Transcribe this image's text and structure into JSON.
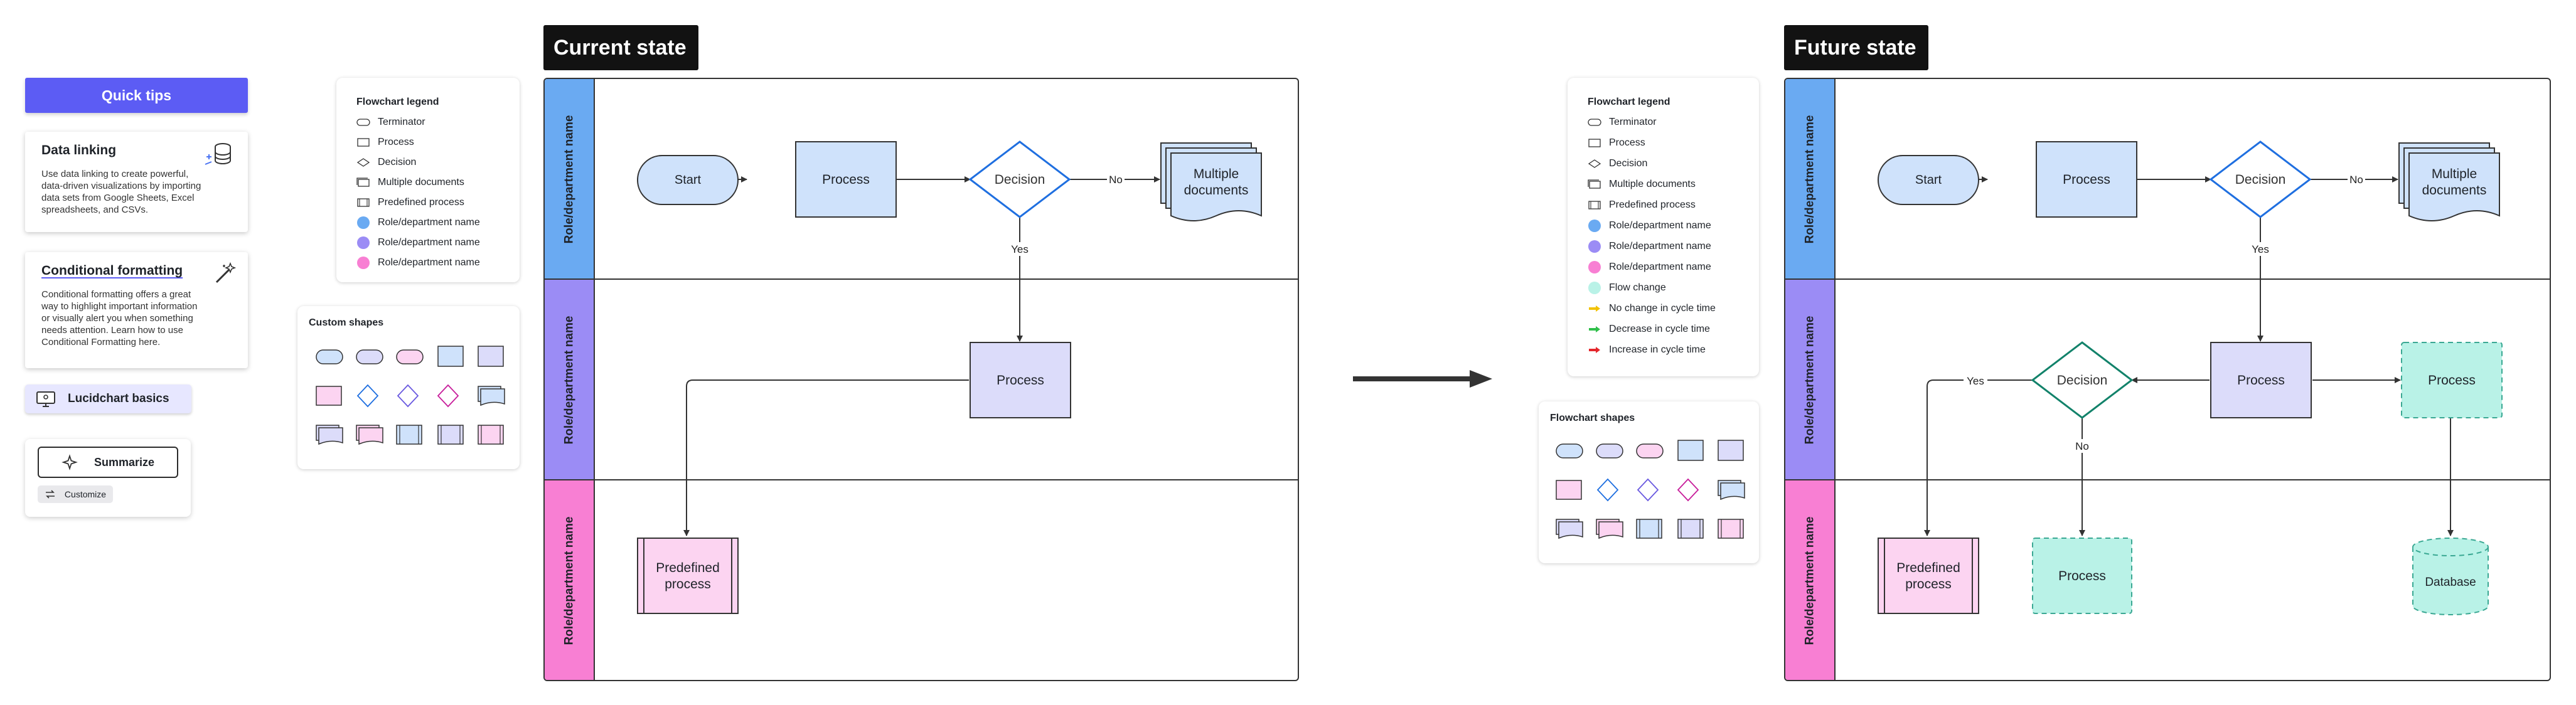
{
  "quick_tips": {
    "header": "Quick tips",
    "data_linking": {
      "title": "Data linking",
      "body": "Use data linking to create powerful, data-driven visualizations by importing data sets from Google Sheets, Excel spreadsheets, and CSVs."
    },
    "conditional_formatting": {
      "title": "Conditional formatting",
      "body": "Conditional formatting offers a great way to highlight important information or visually alert you when something needs attention. Learn how to use Conditional Formatting here."
    },
    "lucidchart_basics": "Lucidchart basics",
    "summarize": "Summarize",
    "customize": "Customize"
  },
  "current_legend": {
    "title": "Flowchart legend",
    "items": [
      "Terminator",
      "Process",
      "Decision",
      "Multiple documents",
      "Predefined process",
      "Role/department name",
      "Role/department name",
      "Role/department name"
    ]
  },
  "custom_shapes_title": "Custom shapes",
  "future_legend": {
    "title": "Flowchart legend",
    "items": [
      "Terminator",
      "Process",
      "Decision",
      "Multiple documents",
      "Predefined process",
      "Role/department name",
      "Role/department name",
      "Role/department name",
      "Flow change",
      "No change in cycle time",
      "Decrease in cycle time",
      "Increase in cycle time"
    ]
  },
  "flowchart_shapes_title": "Flowchart shapes",
  "current": {
    "title": "Current state",
    "lanes": [
      "Role/department name",
      "Role/department name",
      "Role/department name"
    ],
    "nodes": {
      "start": "Start",
      "process1": "Process",
      "decision": "Decision",
      "multi_docs_1": "Multiple",
      "multi_docs_2": "documents",
      "process2": "Process",
      "predef_1": "Predefined",
      "predef_2": "process"
    },
    "edges": {
      "no": "No",
      "yes": "Yes"
    }
  },
  "future": {
    "title": "Future state",
    "lanes": [
      "Role/department name",
      "Role/department name",
      "Role/department name"
    ],
    "nodes": {
      "start": "Start",
      "process1": "Process",
      "decision1": "Decision",
      "multi_docs_1": "Multiple",
      "multi_docs_2": "documents",
      "decision2": "Decision",
      "process2": "Process",
      "process3": "Process",
      "predef_1": "Predefined",
      "predef_2": "process",
      "process4": "Process",
      "database": "Database"
    },
    "edges": {
      "no1": "No",
      "yes1": "Yes",
      "yes2": "Yes",
      "no2": "No"
    }
  },
  "colors": {
    "accent_purple": "#5c5cf4",
    "lane_blue": "#6aaaf2",
    "lane_purple": "#9b8cf5",
    "lane_pink": "#f87fd3",
    "process_blue": "#cfe2fb",
    "process_lavender": "#dcdcfa",
    "predefined_pink": "#fcd4f1",
    "flow_change": "#b9f2e7",
    "decision_blue": "#1f6fe0",
    "decision_green": "#12826a"
  }
}
